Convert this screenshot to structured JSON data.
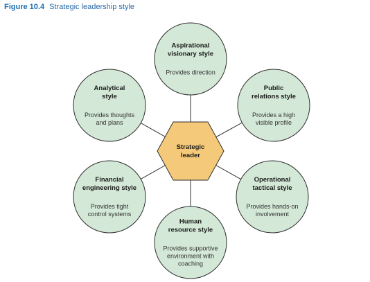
{
  "figure": {
    "number": "Figure 10.4",
    "title": "Strategic leadership style"
  },
  "colors": {
    "caption": "#1d6fb3",
    "bubble_fill": "#d3e8d6",
    "bubble_stroke": "#2d2d2d",
    "hub_fill": "#f5c97a",
    "hub_stroke": "#2d2d2d",
    "connector": "#2d2d2d"
  },
  "hub": {
    "lines": [
      "Strategic",
      "leader"
    ]
  },
  "styles": [
    {
      "title": [
        "Aspirational",
        "visionary style"
      ],
      "description": [
        "Provides direction"
      ]
    },
    {
      "title": [
        "Public",
        "relations style"
      ],
      "description": [
        "Provides a high",
        "visible profile"
      ]
    },
    {
      "title": [
        "Operational",
        "tactical style"
      ],
      "description": [
        "Provides hands-on",
        "involvement"
      ]
    },
    {
      "title": [
        "Human",
        "resource style"
      ],
      "description": [
        "Provides supportive",
        "environment with",
        "coaching"
      ]
    },
    {
      "title": [
        "Financial",
        "engineering style"
      ],
      "description": [
        "Provides tight",
        "control systems"
      ]
    },
    {
      "title": [
        "Analytical",
        "style"
      ],
      "description": [
        "Provides thoughts",
        "and plans"
      ]
    }
  ]
}
